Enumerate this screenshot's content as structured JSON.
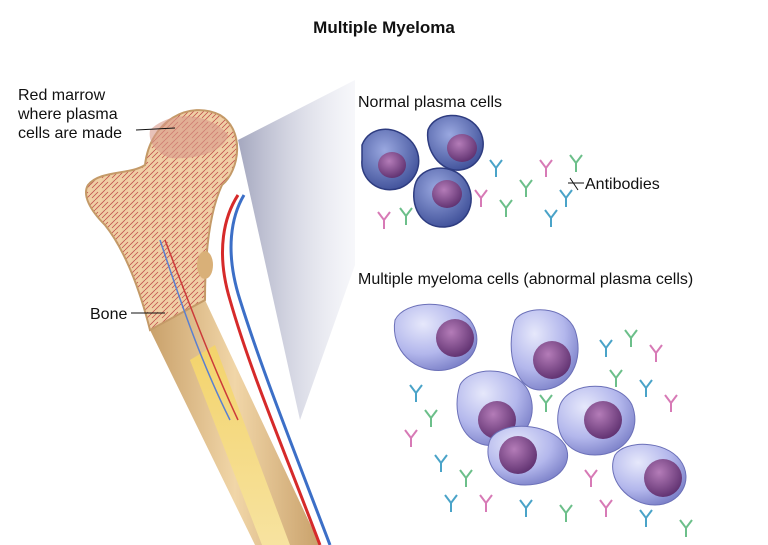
{
  "title": "Multiple Myeloma",
  "labels": {
    "red_marrow": [
      "Red marrow",
      "where plasma",
      "cells are made"
    ],
    "bone": "Bone",
    "normal_cells": "Normal plasma cells",
    "antibodies": "Antibodies",
    "myeloma_cells": "Multiple myeloma cells (abnormal plasma cells)"
  },
  "colors": {
    "bone": "#e8c79a",
    "marrow": "#c0504d",
    "artery": "#d62a2a",
    "vein": "#3c6fc7",
    "normal_cell": "#5b6fb4",
    "myeloma_cell": "#a9aee6",
    "nucleus": "#7a4a8f",
    "antibody_blue": "#4aa3c8",
    "antibody_green": "#6cbf8a",
    "antibody_pink": "#d77ab6"
  }
}
